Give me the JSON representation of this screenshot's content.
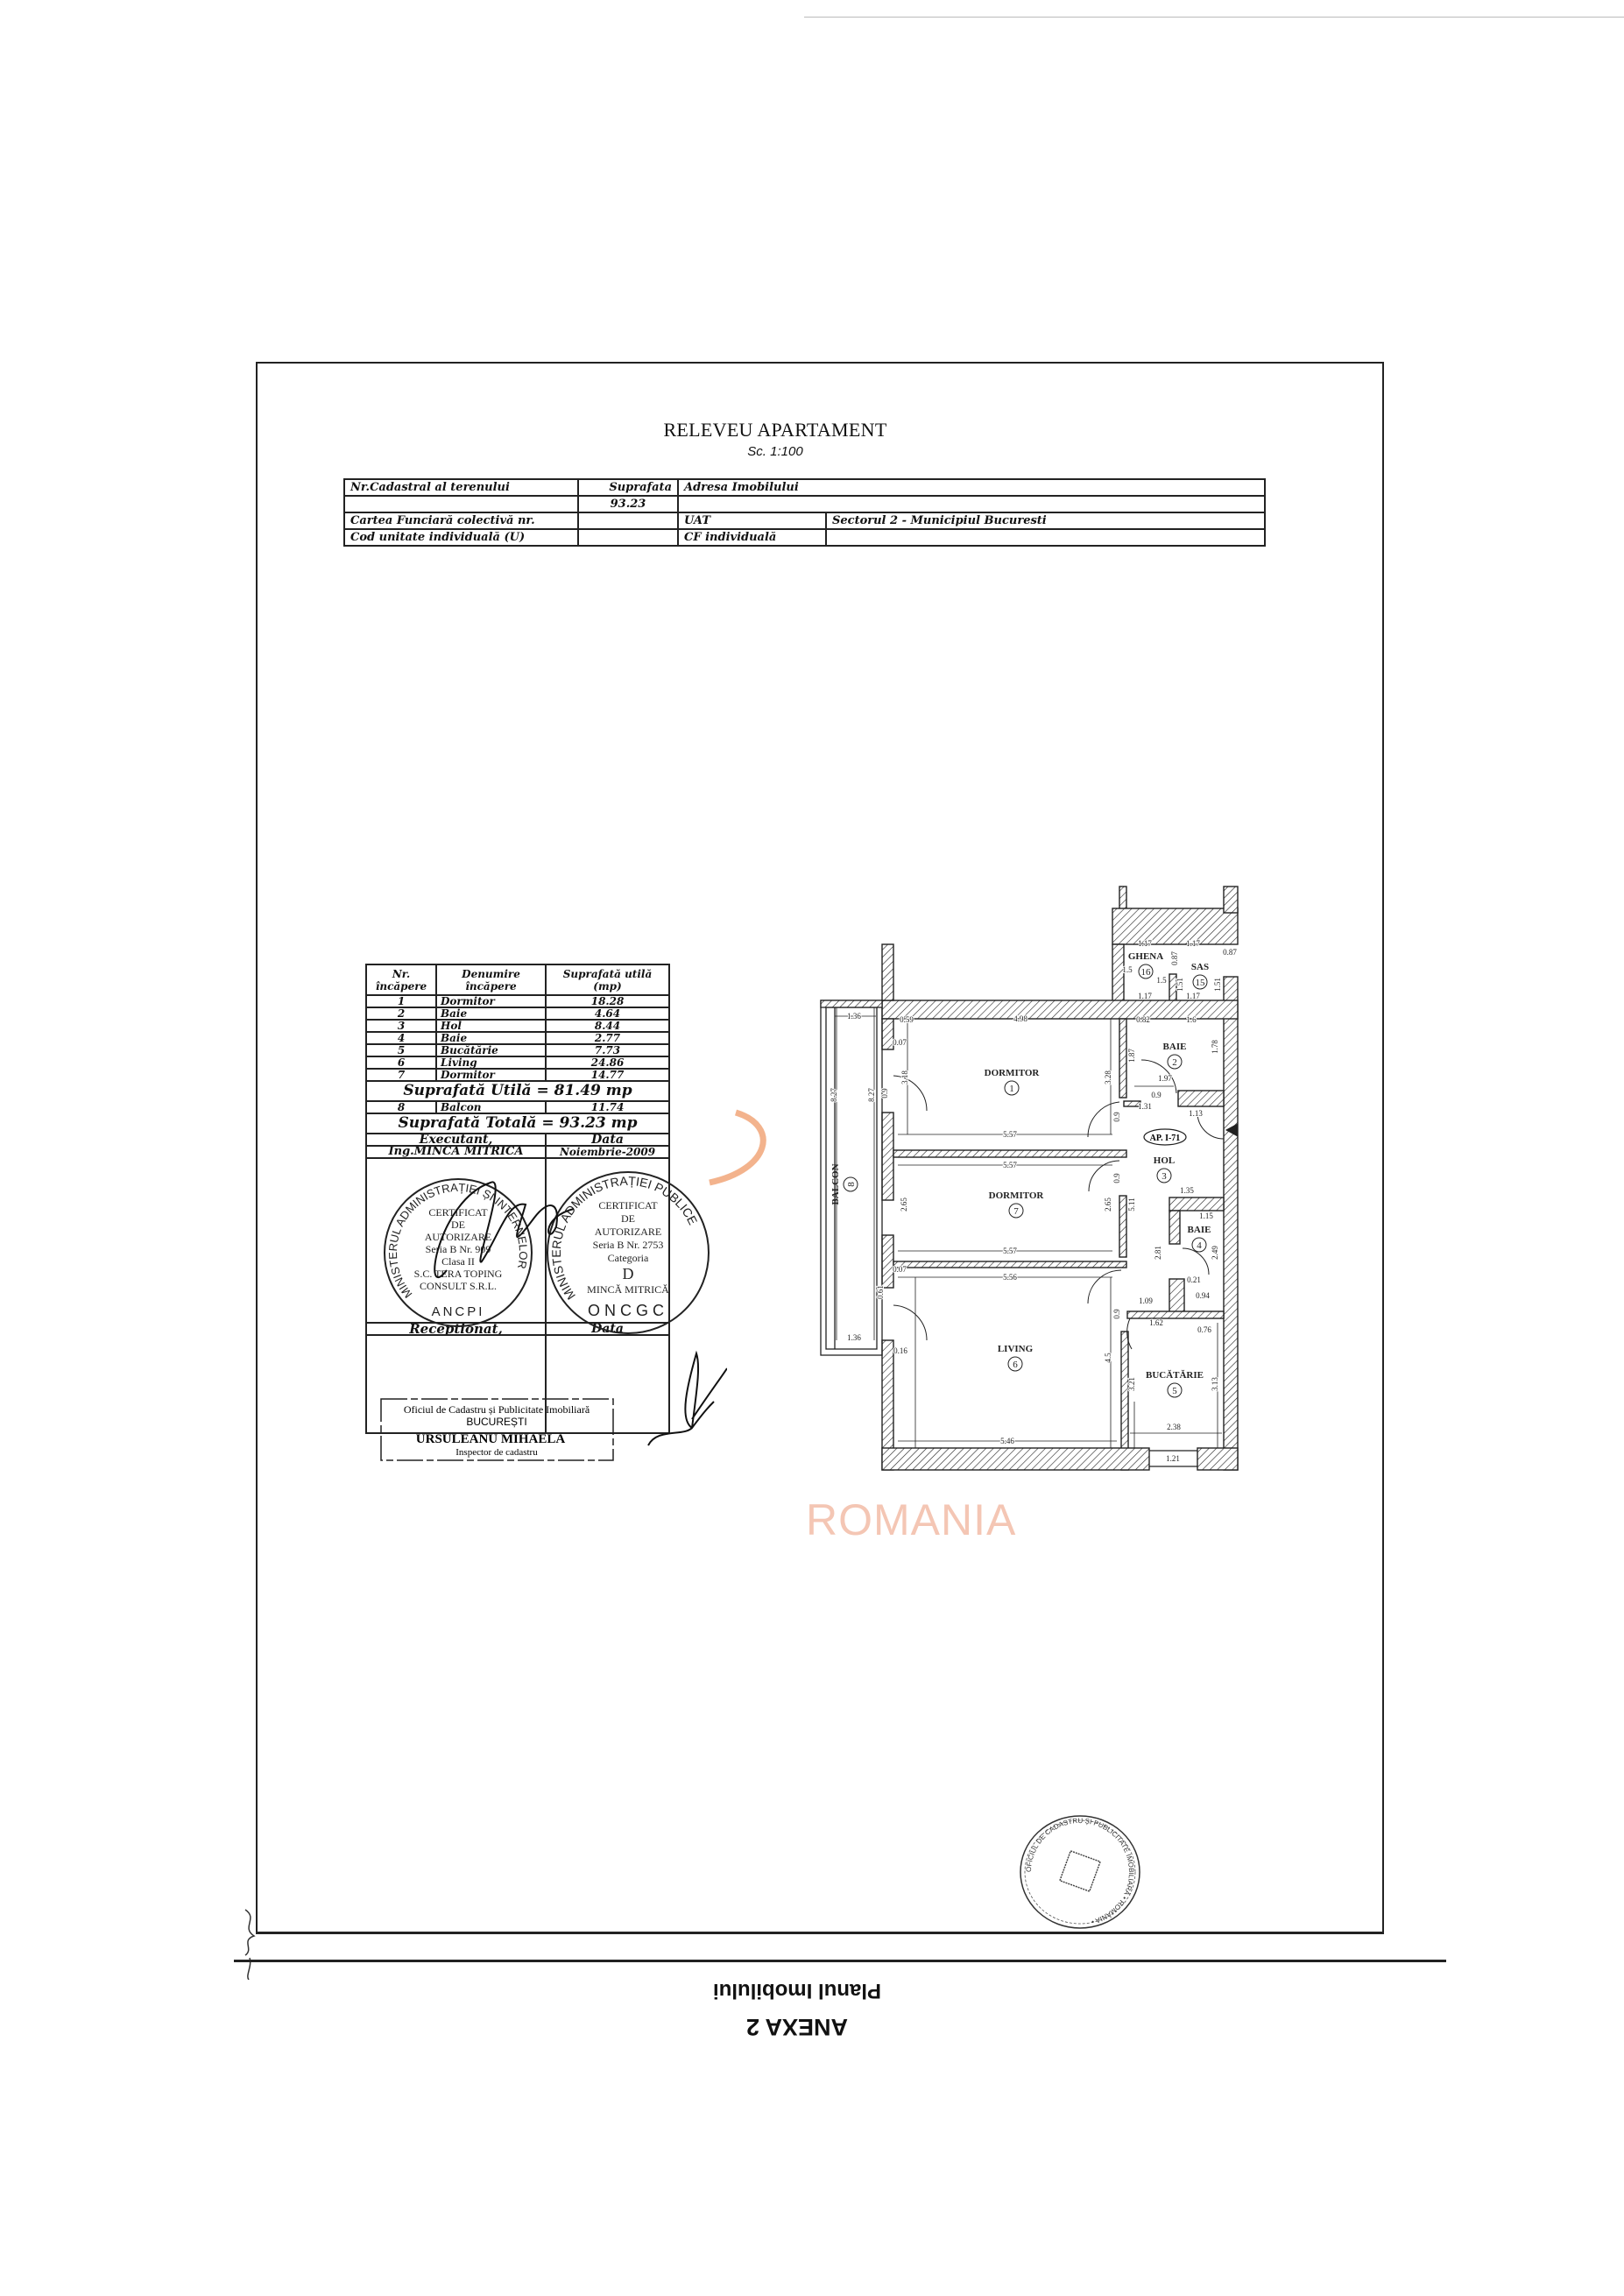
{
  "document": {
    "title": "RELEVEU APARTAMENT",
    "scale": "Sc. 1:100"
  },
  "header_table": {
    "nr_cadastral_label": "Nr.Cadastral al terenului",
    "suprafata_label": "Suprafata",
    "suprafata_value": "93.23",
    "adresa_label": "Adresa Imobilului",
    "carte_funciara_label": "Cartea Funciară colectivă nr.",
    "uat_label": "UAT",
    "uat_value": "Sectorul 2 - Municipiul Bucuresti",
    "cod_unitate_label": "Cod unitate individuală (U)",
    "cf_individuala_label": "CF individuală"
  },
  "rooms_table": {
    "col_nr": "Nr. încăpere",
    "col_name": "Denumire încăpere",
    "col_area": "Suprafată utilă (mp)",
    "rows": [
      {
        "nr": "1",
        "name": "Dormitor",
        "area": "18.28"
      },
      {
        "nr": "2",
        "name": "Baie",
        "area": "4.64"
      },
      {
        "nr": "3",
        "name": "Hol",
        "area": "8.44"
      },
      {
        "nr": "4",
        "name": "Baie",
        "area": "2.77"
      },
      {
        "nr": "5",
        "name": "Bucătărie",
        "area": "7.73"
      },
      {
        "nr": "6",
        "name": "Living",
        "area": "24.86"
      },
      {
        "nr": "7",
        "name": "Dormitor",
        "area": "14.77"
      }
    ],
    "suprafata_utila": "Suprafată Utilă = 81.49 mp",
    "balcon": {
      "nr": "8",
      "name": "Balcon",
      "area": "11.74"
    },
    "suprafata_totala": "Suprafată Totală = 93.23 mp",
    "executant_label": "Executant,",
    "data_label": "Data",
    "executant_name": "Ing.MINCĂ MITRICĂ",
    "executant_date": "Noiembrie-2009",
    "receptionat_label": "Receptionat,",
    "data_label_2": "Data"
  },
  "stamps": {
    "left": {
      "ring": "MINISTERUL ADMINISTRAȚIEI ȘI INTERNELOR",
      "lines": [
        "CERTIFICAT",
        "DE",
        "AUTORIZARE",
        "Seria B Nr. 909",
        "Clasa II",
        "S.C. TERA TOPING",
        "CONSULT S.R.L."
      ],
      "bottom": "ANCPI"
    },
    "right": {
      "ring": "MINISTERUL ADMINISTRAȚIEI PUBLICE",
      "lines": [
        "CERTIFICAT",
        "DE",
        "AUTORIZARE",
        "Seria B Nr. 2753",
        "Categoria",
        "D",
        "MINCĂ MITRICĂ"
      ],
      "bottom": "ONCGC"
    },
    "ocpi": {
      "line1": "Oficiul de Cadastru și Publicitate Imobiliară",
      "line2": "BUCUREȘTI",
      "name": "URSULEANU MIHAELA",
      "role": "Inspector de cadastru"
    },
    "round_bottom": {
      "ring": "OFICIUL DE CADASTRU ȘI PUBLICITATE IMOBILIARĂ • ROMÂNIA •"
    }
  },
  "watermark": {
    "text": "ROMANIA",
    "color": "#f4c6b4"
  },
  "logo_color": "#f0a070",
  "floor_plan": {
    "rooms": [
      {
        "name": "DORMITOR",
        "nr": "1"
      },
      {
        "name": "BAIE",
        "nr": "2"
      },
      {
        "name": "HOL",
        "nr": "3"
      },
      {
        "name": "BAIE",
        "nr": "4"
      },
      {
        "name": "BUCĂTĂRIE",
        "nr": "5"
      },
      {
        "name": "LIVING",
        "nr": "6"
      },
      {
        "name": "DORMITOR",
        "nr": "7"
      },
      {
        "name": "BALCON",
        "nr": "8"
      },
      {
        "name": "SAS",
        "nr": "15"
      },
      {
        "name": "GHENA",
        "nr": "16"
      }
    ],
    "apartment_label": "AP. I-71",
    "dims": [
      "1.36",
      "4.98",
      "0.59",
      "0.82",
      "1.6",
      "1.17",
      "1.17",
      "1.17",
      "1.17",
      "1.5",
      "1.5",
      "1.51",
      "1.51",
      "0.87",
      "0.87",
      "3.18",
      "3.28",
      "1.87",
      "1.78",
      "1.97",
      "0.9",
      "1.31",
      "1.13",
      "5.57",
      "5.57",
      "5.57",
      "2.65",
      "2.65",
      "5.11",
      "8.27",
      "8.27",
      "1.35",
      "1.15",
      "2.81",
      "2.49",
      "5.56",
      "1.09",
      "1.62",
      "0.94",
      "0.76",
      "0.61",
      "1.36",
      "4.5",
      "3.21",
      "3.13",
      "5.46",
      "2.38",
      "1.21",
      "0.9",
      "0.9",
      "0.9",
      "0.9",
      "0.07",
      "0.07",
      "0.16",
      "0.21"
    ]
  },
  "annex": {
    "subtitle": "Planul Imobilului",
    "title": "ANEXA 2"
  }
}
